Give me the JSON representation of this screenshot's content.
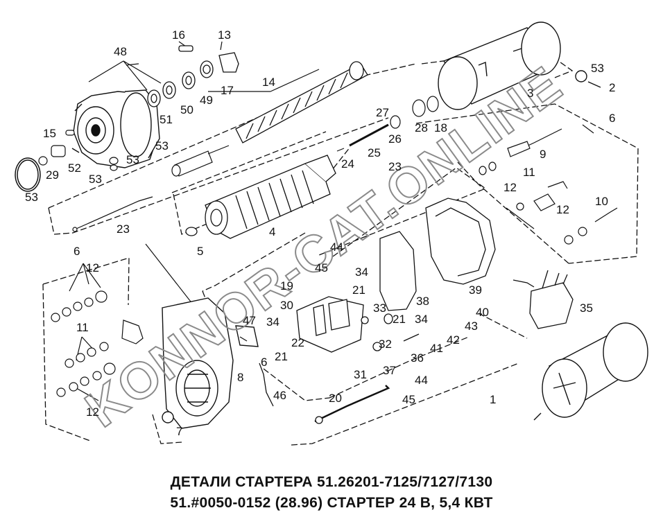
{
  "caption": {
    "line1": "ДЕТАЛИ СТАРТЕРА 51.26201-7125/7127/7130",
    "line2": "51.#0050-0152 (28.96) СТАРТЕР 24 В, 5,4 КВТ"
  },
  "watermark": {
    "text": "KONNOR-CAT.ONLINE"
  },
  "part_labels": [
    {
      "id": "p16",
      "text": "16"
    },
    {
      "id": "p13",
      "text": "13"
    },
    {
      "id": "p48",
      "text": "48"
    },
    {
      "id": "p14",
      "text": "14"
    },
    {
      "id": "p51a",
      "text": "51"
    },
    {
      "id": "p50",
      "text": "50"
    },
    {
      "id": "p49",
      "text": "49"
    },
    {
      "id": "p17",
      "text": "17"
    },
    {
      "id": "p53a",
      "text": "53"
    },
    {
      "id": "p2",
      "text": "2"
    },
    {
      "id": "p3",
      "text": "3"
    },
    {
      "id": "p15",
      "text": "15"
    },
    {
      "id": "p53b",
      "text": "53"
    },
    {
      "id": "p53c",
      "text": "53"
    },
    {
      "id": "p27",
      "text": "27"
    },
    {
      "id": "p28",
      "text": "28"
    },
    {
      "id": "p18",
      "text": "18"
    },
    {
      "id": "p6a",
      "text": "6"
    },
    {
      "id": "p26",
      "text": "26"
    },
    {
      "id": "p25",
      "text": "25"
    },
    {
      "id": "p24",
      "text": "24"
    },
    {
      "id": "p23a",
      "text": "23"
    },
    {
      "id": "p9",
      "text": "9"
    },
    {
      "id": "p52",
      "text": "52"
    },
    {
      "id": "p29",
      "text": "29"
    },
    {
      "id": "p53d",
      "text": "53"
    },
    {
      "id": "p53e",
      "text": "53"
    },
    {
      "id": "p11a",
      "text": "11"
    },
    {
      "id": "p12a",
      "text": "12"
    },
    {
      "id": "p10",
      "text": "10"
    },
    {
      "id": "p12b",
      "text": "12"
    },
    {
      "id": "p23b",
      "text": "23"
    },
    {
      "id": "p4",
      "text": "4"
    },
    {
      "id": "p5",
      "text": "5"
    },
    {
      "id": "p44a",
      "text": "44"
    },
    {
      "id": "p6b",
      "text": "6"
    },
    {
      "id": "p45a",
      "text": "45"
    },
    {
      "id": "p34a",
      "text": "34"
    },
    {
      "id": "p12c",
      "text": "12"
    },
    {
      "id": "p19",
      "text": "19"
    },
    {
      "id": "p21a",
      "text": "21"
    },
    {
      "id": "p39",
      "text": "39"
    },
    {
      "id": "p38",
      "text": "38"
    },
    {
      "id": "p30",
      "text": "30"
    },
    {
      "id": "p33",
      "text": "33"
    },
    {
      "id": "p35",
      "text": "35"
    },
    {
      "id": "p40",
      "text": "40"
    },
    {
      "id": "p21b",
      "text": "21"
    },
    {
      "id": "p34b",
      "text": "34"
    },
    {
      "id": "p43",
      "text": "43"
    },
    {
      "id": "p47",
      "text": "47"
    },
    {
      "id": "p34c",
      "text": "34"
    },
    {
      "id": "p11b",
      "text": "11"
    },
    {
      "id": "p22",
      "text": "22"
    },
    {
      "id": "p42",
      "text": "42"
    },
    {
      "id": "p41",
      "text": "41"
    },
    {
      "id": "p32",
      "text": "32"
    },
    {
      "id": "p21c",
      "text": "21"
    },
    {
      "id": "p6c",
      "text": "6"
    },
    {
      "id": "p36",
      "text": "36"
    },
    {
      "id": "p8",
      "text": "8"
    },
    {
      "id": "p37",
      "text": "37"
    },
    {
      "id": "p31",
      "text": "31"
    },
    {
      "id": "p44b",
      "text": "44"
    },
    {
      "id": "p46",
      "text": "46"
    },
    {
      "id": "p20",
      "text": "20"
    },
    {
      "id": "p45b",
      "text": "45"
    },
    {
      "id": "p1",
      "text": "1"
    },
    {
      "id": "p12d",
      "text": "12"
    },
    {
      "id": "p7",
      "text": "7"
    }
  ]
}
